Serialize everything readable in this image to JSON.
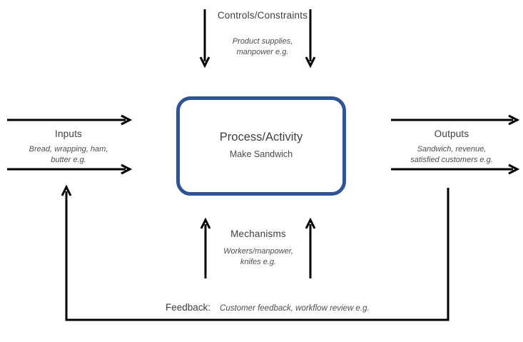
{
  "controls": {
    "title": "Controls/Constraints",
    "note_line1": "Product supplies,",
    "note_line2": "manpower e.g."
  },
  "inputs": {
    "title": "Inputs",
    "note_line1": "Bread, wrapping, ham,",
    "note_line2": "butter e.g."
  },
  "process": {
    "title": "Process/Activity",
    "subtitle": "Make Sandwich"
  },
  "outputs": {
    "title": "Outputs",
    "note_line1": "Sandwich, revenue,",
    "note_line2": "satisfied customers e.g."
  },
  "mechanisms": {
    "title": "Mechanisms",
    "note_line1": "Workers/manpower,",
    "note_line2": "knifes e.g."
  },
  "feedback": {
    "label": "Feedback:",
    "note": "Customer feedback, workflow review e.g."
  },
  "colors": {
    "box_border": "#2F5496",
    "arrow": "#000000",
    "heading_text": "#3F3F3F",
    "note_text": "#4D4D4D"
  }
}
